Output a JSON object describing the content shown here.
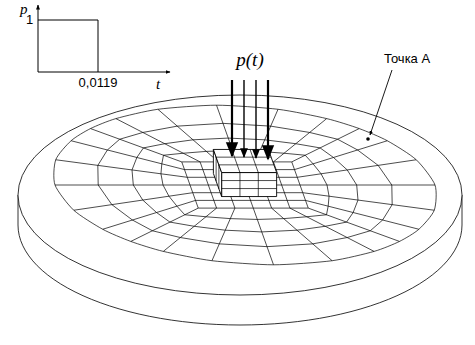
{
  "diagram": {
    "labels": [
      "p",
      "1",
      "0,0119",
      "t",
      "p(t)",
      "Точка A"
    ]
  }
}
